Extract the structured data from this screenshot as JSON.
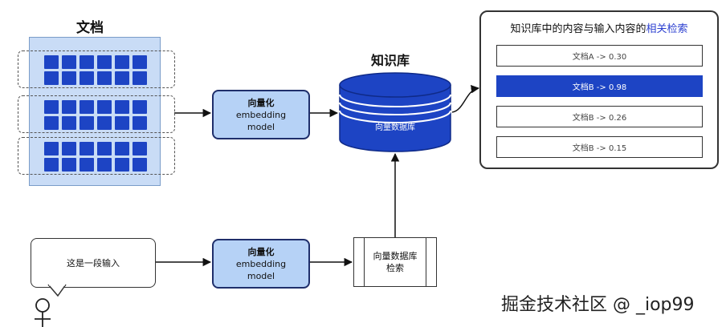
{
  "documents": {
    "title": "文档"
  },
  "embedding_top": {
    "line1": "向量化",
    "line2": "embedding",
    "line3": "model"
  },
  "embedding_bottom": {
    "line1": "向量化",
    "line2": "embedding",
    "line3": "model"
  },
  "knowledge_base": {
    "title": "知识库",
    "db_label": "向量数据库"
  },
  "results_panel": {
    "title_prefix": "知识库中的内容与输入内容的",
    "title_highlight": "相关检索",
    "rows": [
      {
        "label": "文档A -> 0.30",
        "selected": false
      },
      {
        "label": "文档B -> 0.98",
        "selected": true
      },
      {
        "label": "文档B -> 0.26",
        "selected": false
      },
      {
        "label": "文档B -> 0.15",
        "selected": false
      }
    ]
  },
  "input_bubble": {
    "text": "这是一段输入"
  },
  "vector_search": {
    "line1": "向量数据库",
    "line2": "检索"
  },
  "watermark": "掘金技术社区 @ _iop99",
  "colors": {
    "accent": "#1d44c4",
    "light_blue": "#b6d2f6",
    "panel_blue": "#c9dcf6"
  }
}
